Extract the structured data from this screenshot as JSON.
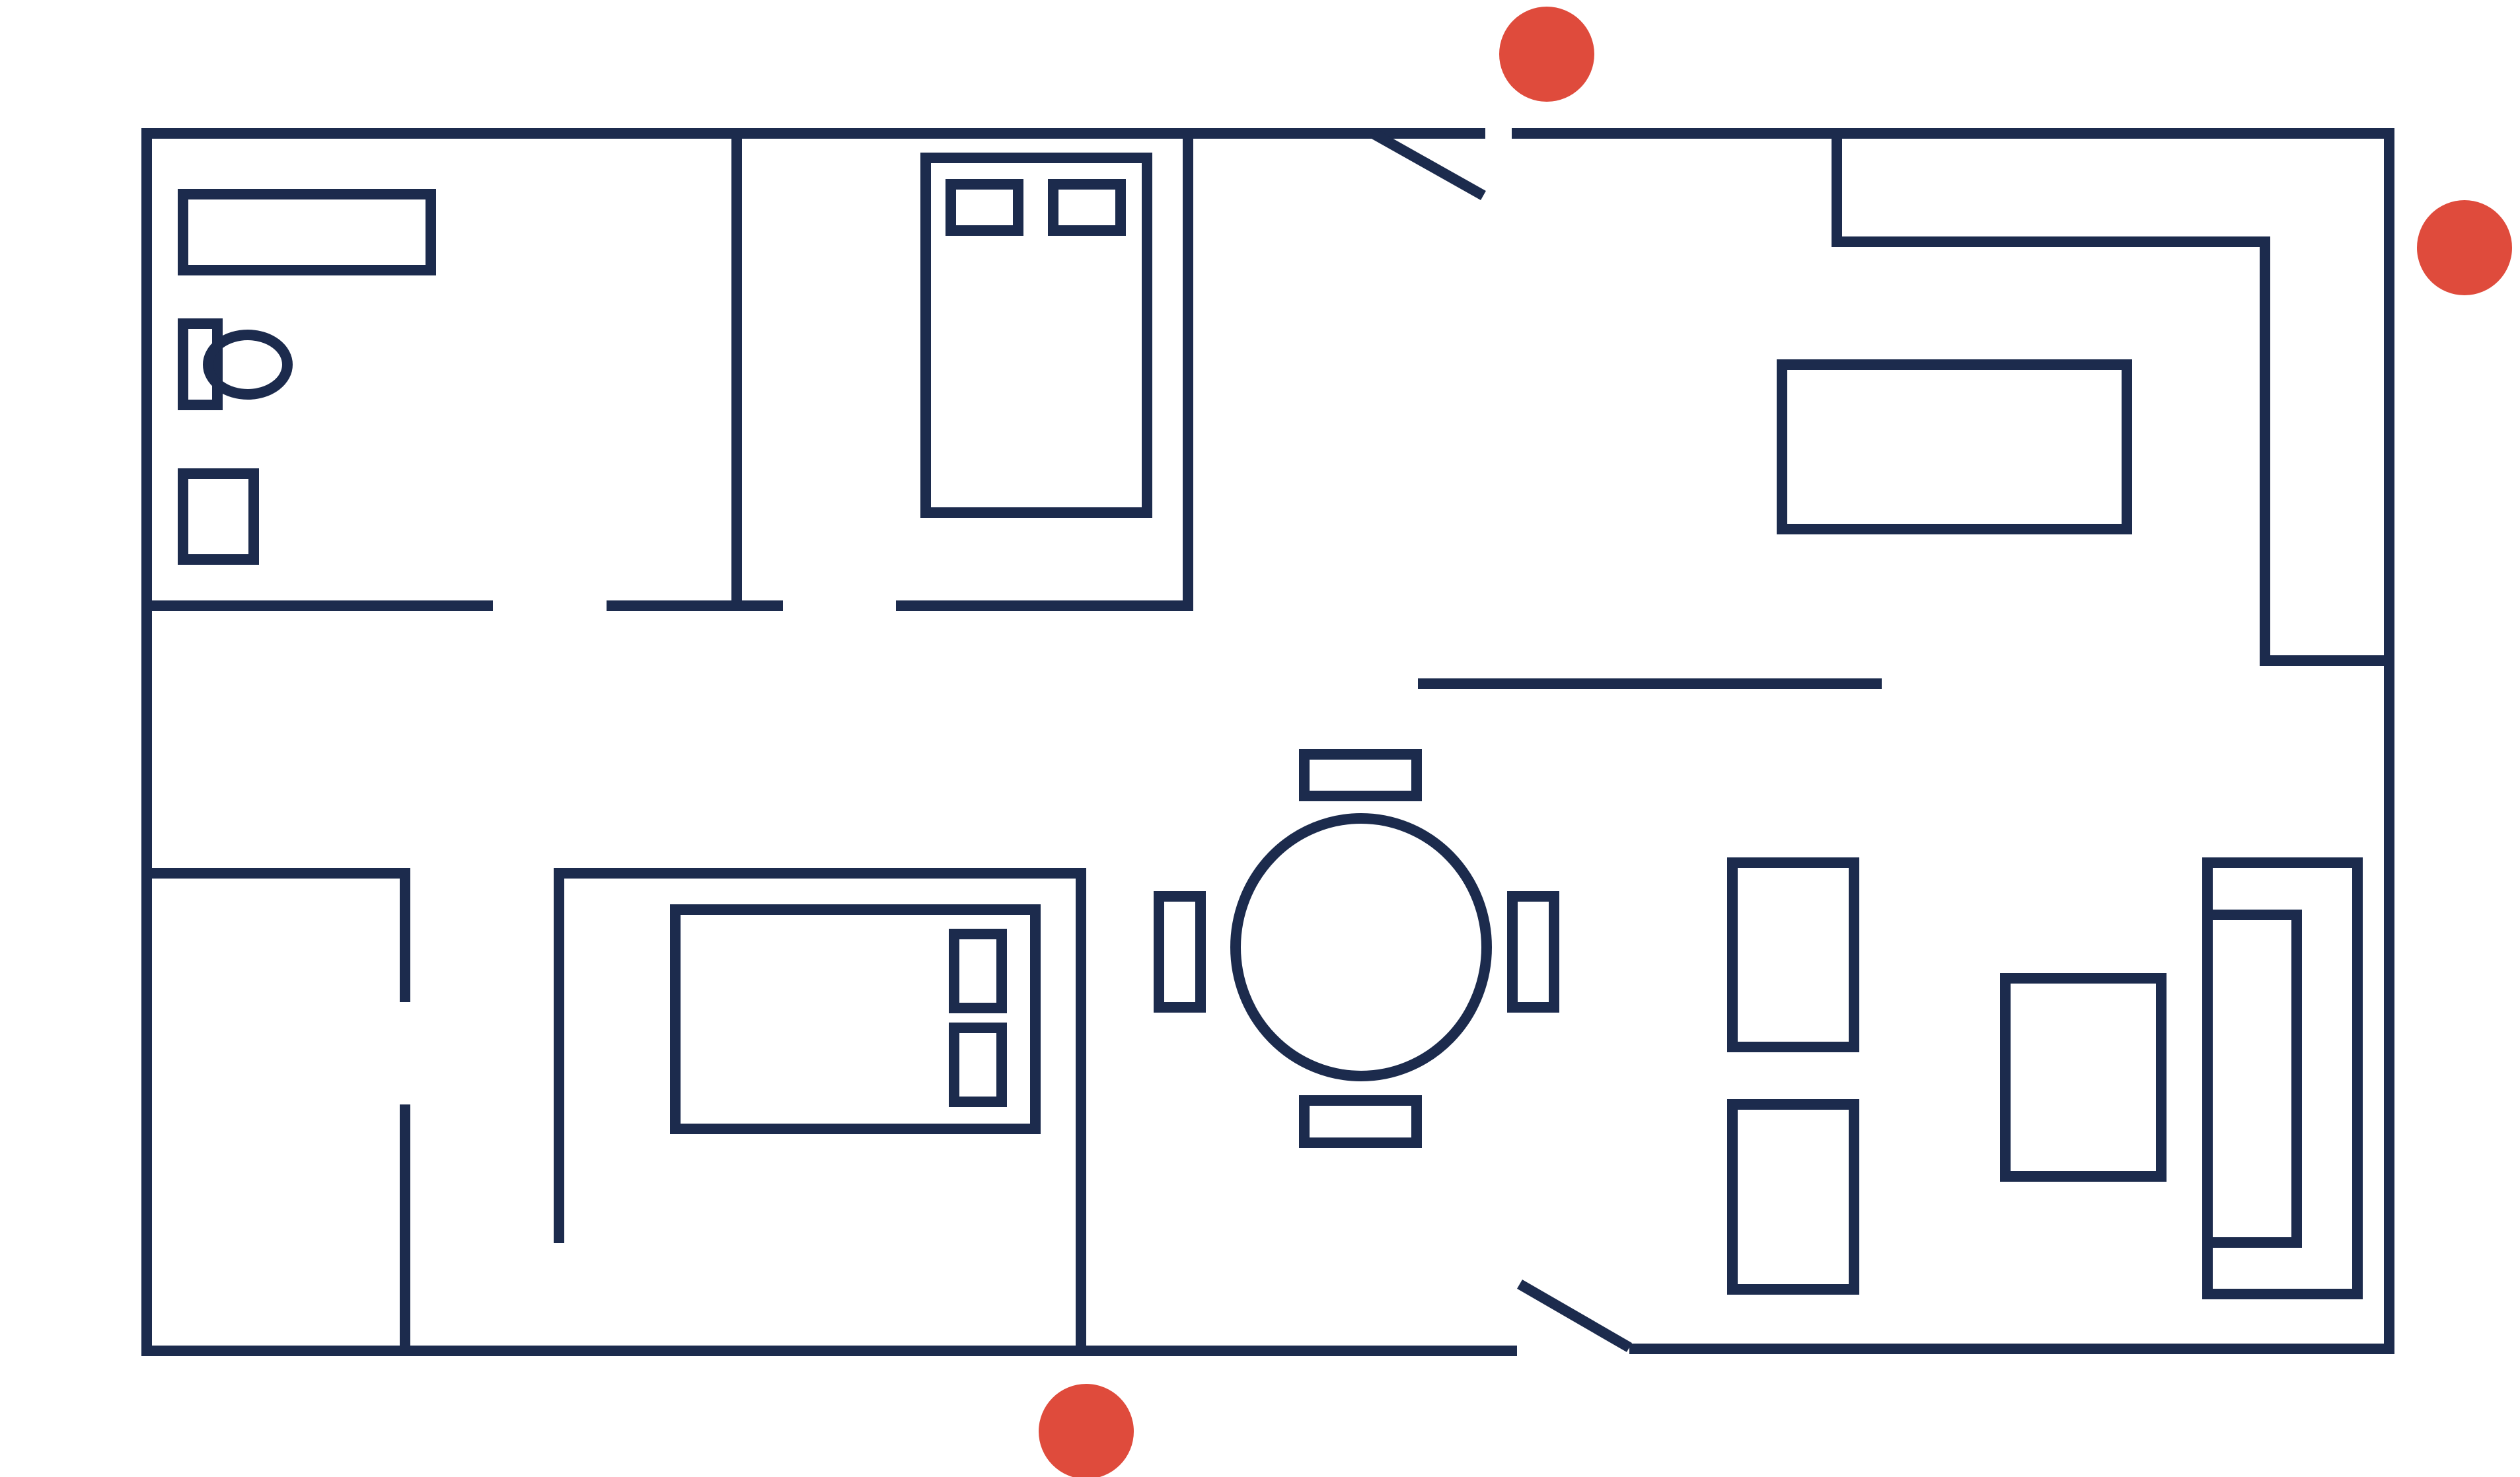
{
  "diagram": {
    "type": "floor-plan",
    "colors": {
      "line": "#1c2b4d",
      "marker": "#df4b3c",
      "background": "#ffffff"
    },
    "labels": [],
    "rooms": [
      {
        "name": "bathroom",
        "fixtures": [
          "bathtub",
          "toilet",
          "sink"
        ]
      },
      {
        "name": "bedroom-top",
        "fixtures": [
          "double-bed",
          "pillow",
          "pillow"
        ]
      },
      {
        "name": "kitchen",
        "fixtures": [
          "counter",
          "island"
        ]
      },
      {
        "name": "room-bottom-left",
        "fixtures": []
      },
      {
        "name": "bedroom-bottom",
        "fixtures": [
          "double-bed",
          "pillow",
          "pillow"
        ]
      },
      {
        "name": "living-area",
        "fixtures": [
          "round-table",
          "chair",
          "chair",
          "chair",
          "chair",
          "armchair",
          "armchair",
          "coffee-table",
          "sofa"
        ]
      }
    ],
    "markers": [
      {
        "name": "marker-top-door"
      },
      {
        "name": "marker-right-side"
      },
      {
        "name": "marker-bottom-door"
      }
    ]
  }
}
